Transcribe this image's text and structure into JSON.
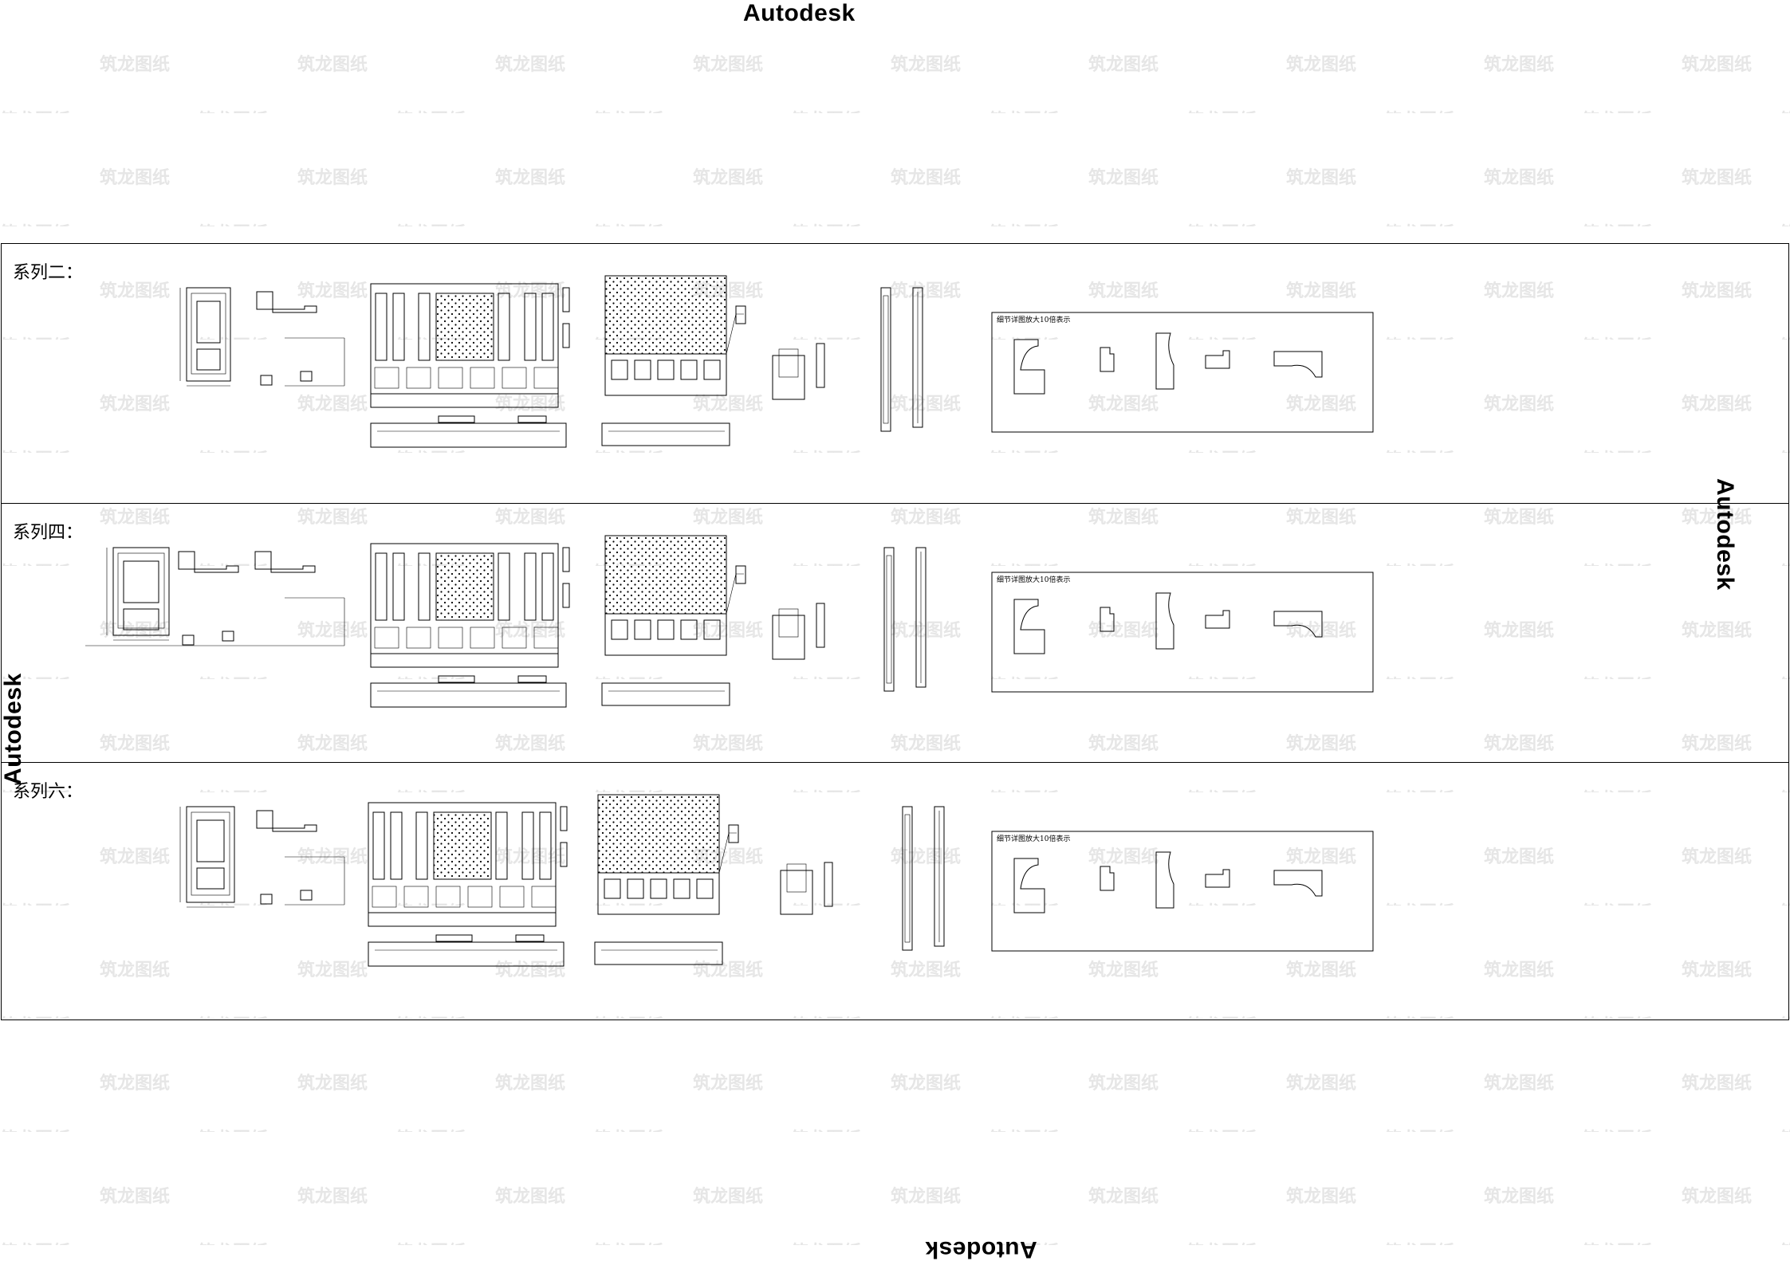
{
  "stamps": {
    "top": "Autodesk",
    "right": "Autodesk",
    "bottom": "Autodesk",
    "left": "Autodesk"
  },
  "watermark": {
    "text": "筑龙图纸",
    "color": "#e6e6e6"
  },
  "rows": [
    {
      "label": "系列二：",
      "detail_title": "细节详图放大10倍表示"
    },
    {
      "label": "系列四：",
      "detail_title": "细节详图放大10倍表示"
    },
    {
      "label": "系列六：",
      "detail_title": "细节详图放大10倍表示"
    }
  ]
}
